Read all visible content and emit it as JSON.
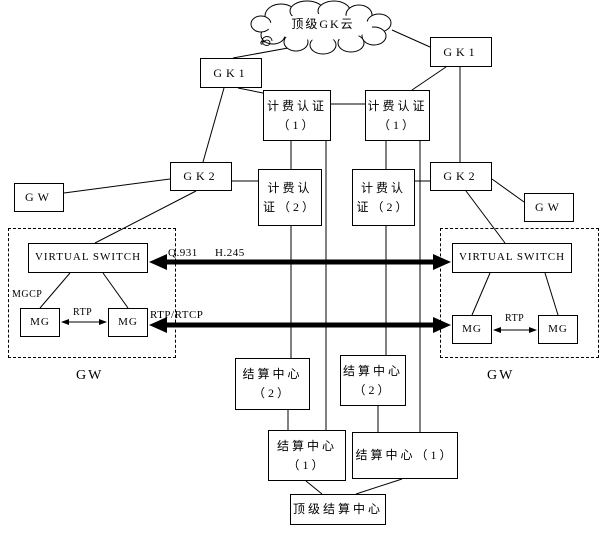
{
  "cloud": {
    "label": "顶级GK云"
  },
  "nodes": {
    "gk1_left": {
      "label": "GK1"
    },
    "gk1_right": {
      "label": "GK1"
    },
    "billing_auth1_left": {
      "line1": "计费认证",
      "line2": "（1）"
    },
    "billing_auth1_right": {
      "line1": "计费认证",
      "line2": "（1）"
    },
    "gk2_left": {
      "label": "GK2"
    },
    "gk2_right": {
      "label": "GK2"
    },
    "gw_left": {
      "label": "GW"
    },
    "gw_right": {
      "label": "GW"
    },
    "billing_auth2_left": {
      "line1": "计费认",
      "line2": "证（2）"
    },
    "billing_auth2_right": {
      "line1": "计费认",
      "line2": "证（2）"
    },
    "virtual_switch_left": {
      "label": "VIRTUAL SWITCH"
    },
    "virtual_switch_right": {
      "label": "VIRTUAL SWITCH"
    },
    "mg_left_1": {
      "label": "MG"
    },
    "mg_left_2": {
      "label": "MG"
    },
    "mg_right_1": {
      "label": "MG"
    },
    "mg_right_2": {
      "label": "MG"
    },
    "settlement2_left": {
      "line1": "结算中心",
      "line2": "（2）"
    },
    "settlement2_right": {
      "line1": "结算中心",
      "line2": "（2）"
    },
    "settlement1_left": {
      "line1": "结算中心",
      "line2": "（1）"
    },
    "settlement1_right": {
      "label": "结算中心（1）"
    },
    "top_settlement": {
      "label": "顶级结算中心"
    }
  },
  "labels": {
    "q931": "Q.931",
    "h245": "H.245",
    "rtp_rtcp": "RTP/RTCP",
    "mgcp": "MGCP",
    "rtp_left": "RTP",
    "rtp_right": "RTP",
    "gw_group_left": "GW",
    "gw_group_right": "GW"
  },
  "colors": {
    "line": "#000000",
    "background": "#ffffff"
  }
}
